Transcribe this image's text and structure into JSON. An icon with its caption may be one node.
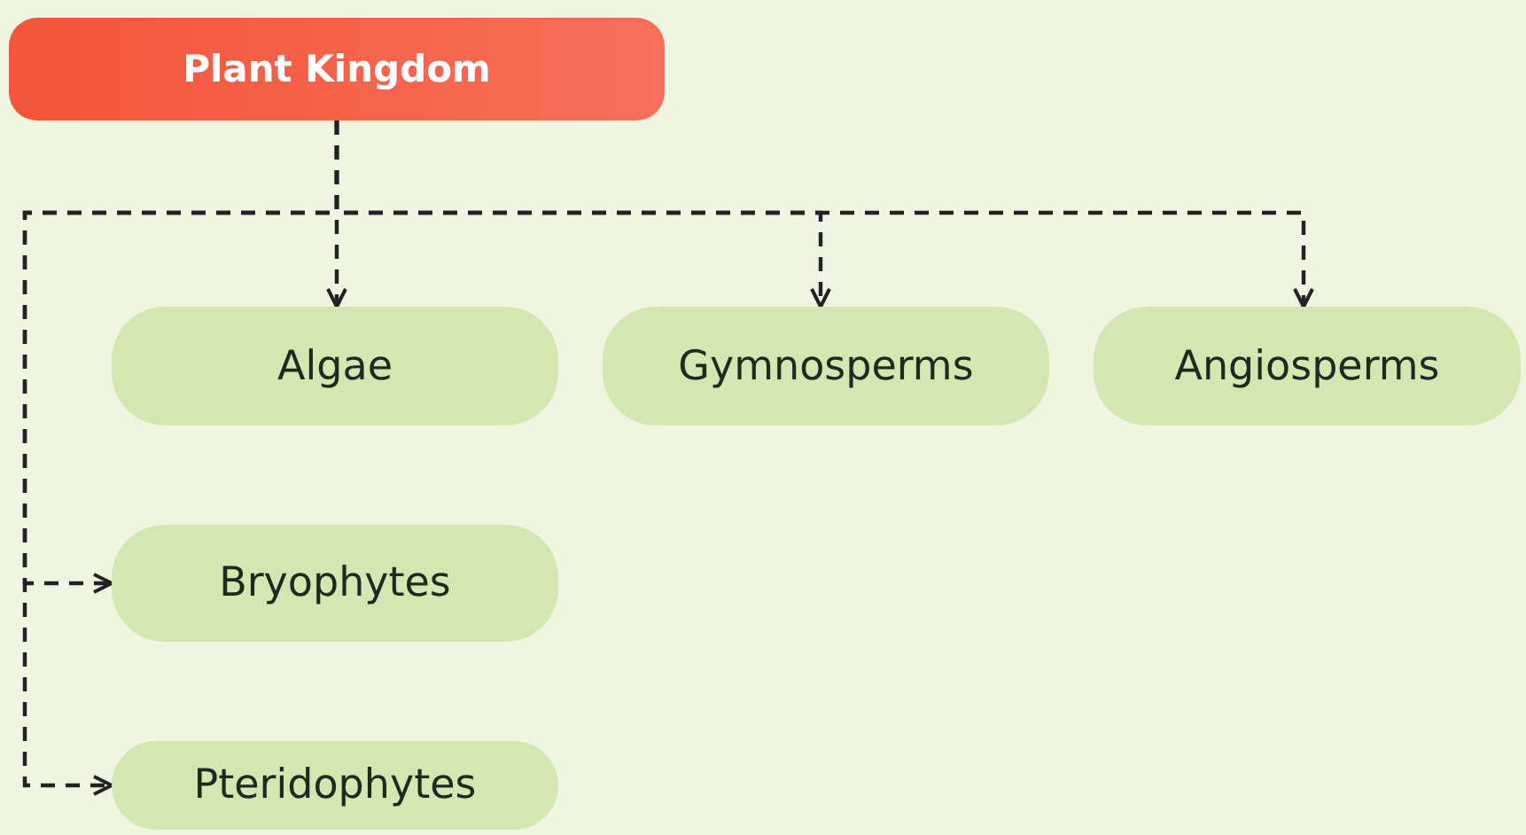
{
  "diagram": {
    "nodes": [
      {
        "text": [
          "Plant Kingdom"
        ]
      },
      {
        "text": [
          "Algae"
        ]
      },
      {
        "text": [
          "Gymnosperms"
        ]
      },
      {
        "text": [
          "Angiosperms"
        ]
      },
      {
        "text": [
          "Bryophytes"
        ]
      },
      {
        "text": [
          "Pteridophytes"
        ]
      }
    ],
    "edges": [
      {
        "from": 0,
        "to": 1,
        "arrow": "to",
        "style": "dashed"
      },
      {
        "from": 0,
        "to": 2,
        "arrow": "to",
        "style": "dashed"
      },
      {
        "from": 0,
        "to": 3,
        "arrow": "to",
        "style": "dashed"
      },
      {
        "from": 0,
        "to": 4,
        "arrow": "to",
        "style": "dashed"
      },
      {
        "from": 0,
        "to": 5,
        "arrow": "to",
        "style": "dashed"
      }
    ]
  }
}
